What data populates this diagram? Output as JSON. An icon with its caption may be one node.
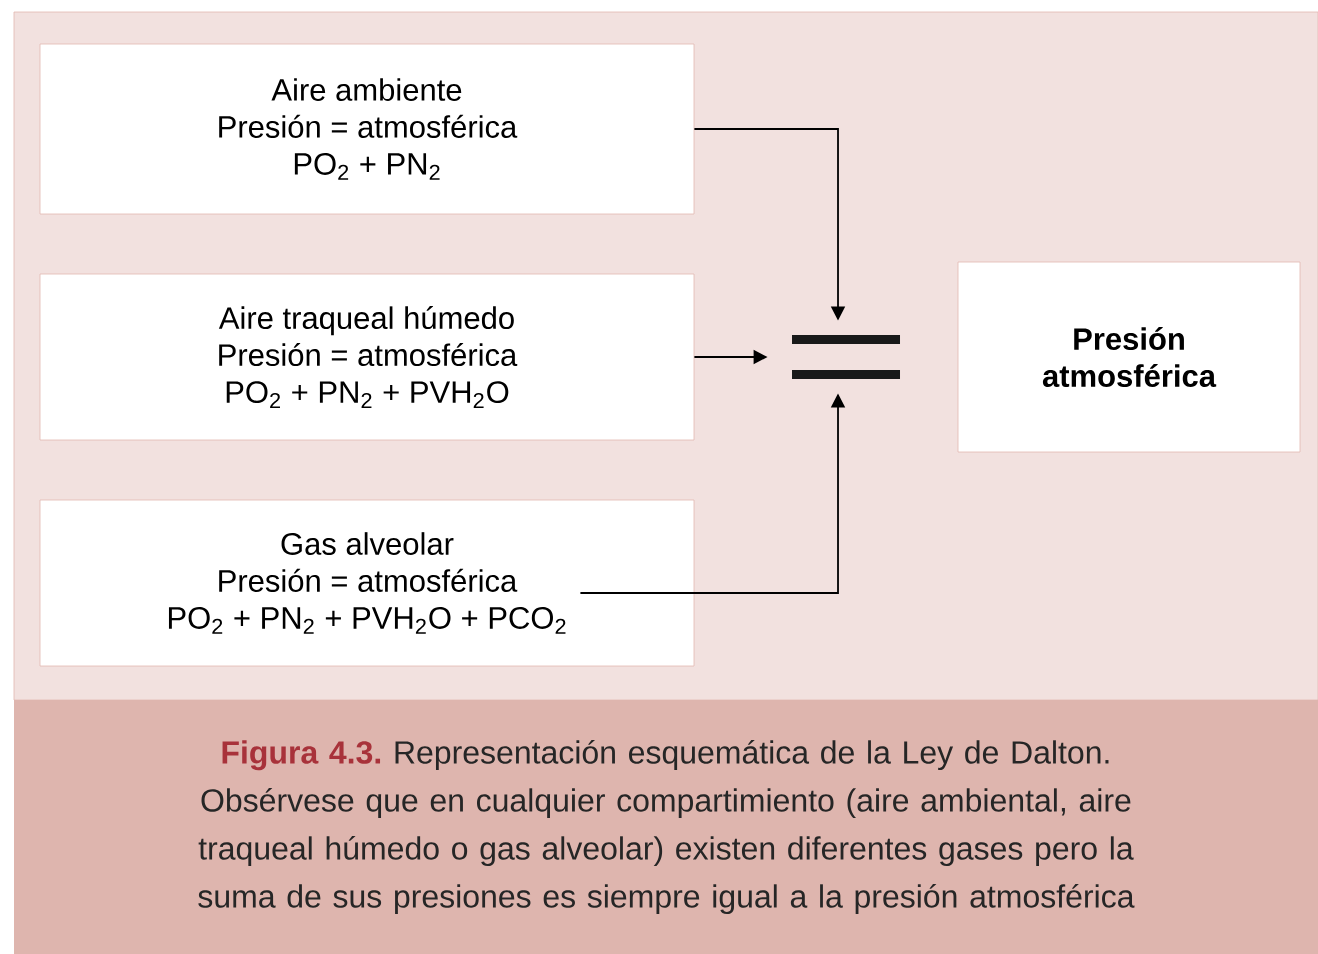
{
  "diagram": {
    "caption": "**Figura 4.3.** Representación esquemática de la Ley de Dalton. Obsérvese que en cualquier compartimiento (aire ambiental, aire traqueal húmedo o gas alveolar) existen diferentes gases pero la suma de sus presiones es siempre igual a la presión atmosférica",
    "nodes": [
      {
        "text": [
          "Aire ambiente",
          "Presión = atmosférica",
          "PO$_{2}$ + PN$_{2}$"
        ]
      },
      {
        "text": [
          "Aire traqueal húmedo",
          "Presión = atmosférica",
          "PO$_{2}$ + PN$_{2}$ + PVH$_{2}$O"
        ]
      },
      {
        "text": [
          "Gas alveolar",
          "Presión = atmosférica",
          "PO$_{2}$ + PN$_{2}$ + PVH$_{2}$O + PCO$_{2}$"
        ]
      },
      {
        "text": [],
        "shape": "equals"
      },
      {
        "text": [
          "Presión atmosférica"
        ]
      }
    ],
    "edges": [
      {
        "from": 0,
        "to": 3,
        "arrow": "to"
      },
      {
        "from": 1,
        "to": 3,
        "arrow": "to"
      },
      {
        "from": 2,
        "to": 3,
        "arrow": "to"
      }
    ]
  }
}
